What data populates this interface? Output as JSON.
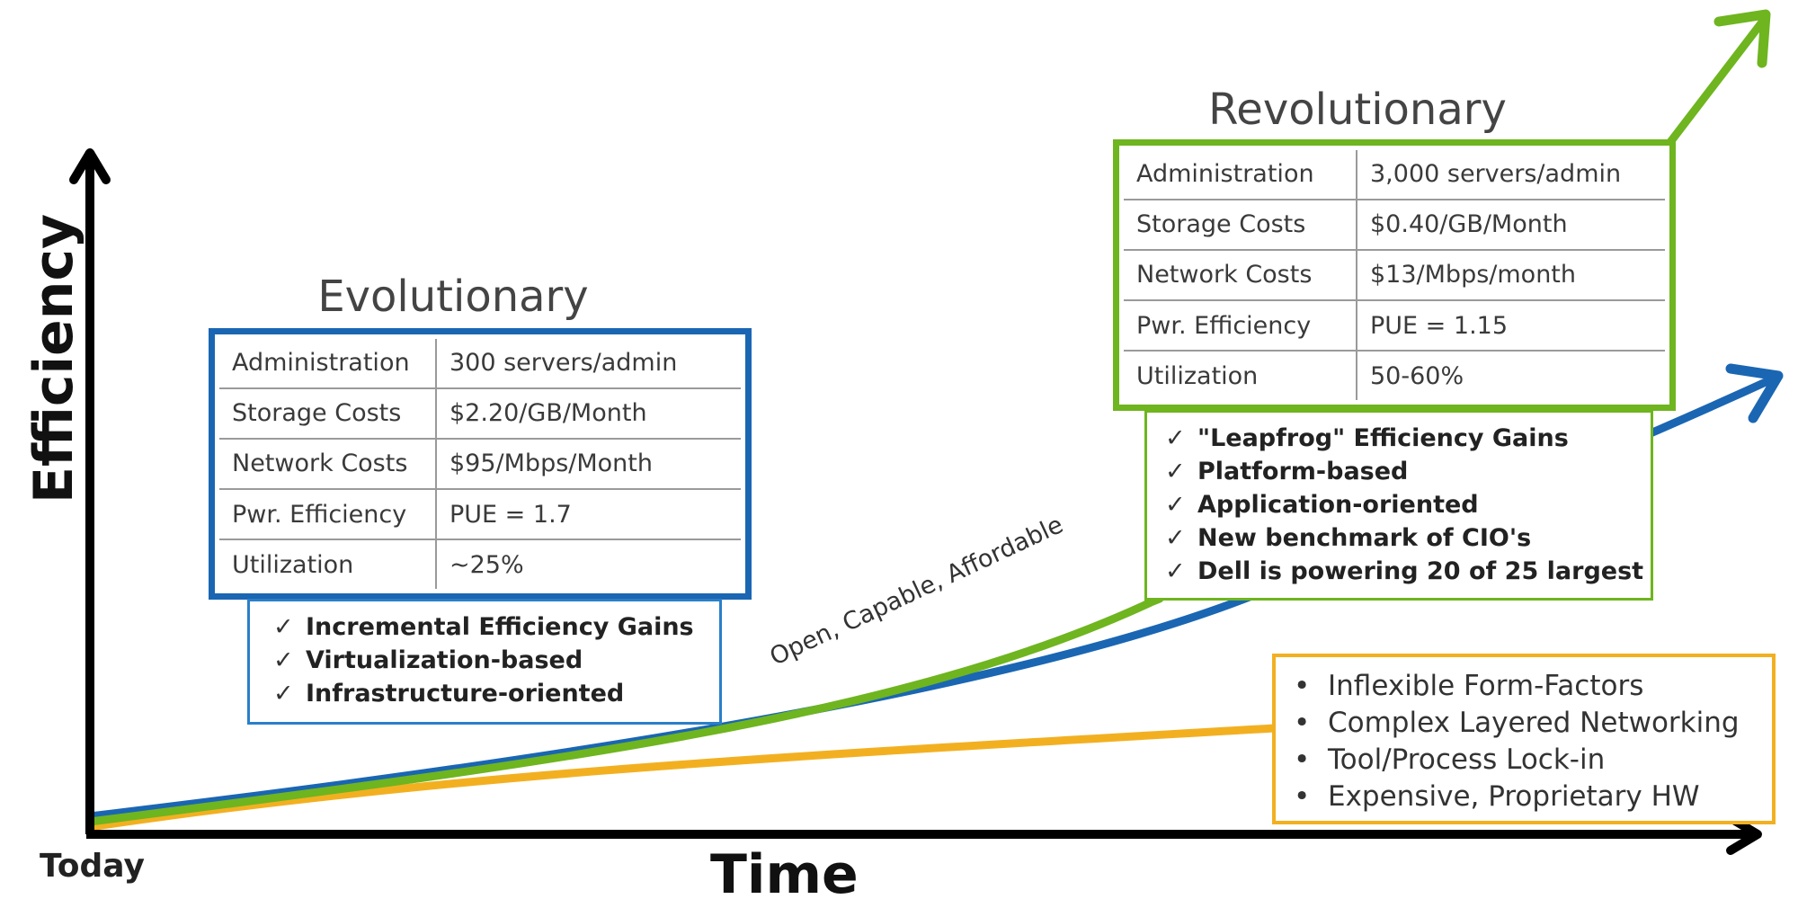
{
  "axes": {
    "y_label": "Efficiency",
    "x_label": "Time",
    "origin_label": "Today"
  },
  "curve_label": "Open, Capable, Affordable",
  "evolutionary": {
    "title": "Evolutionary",
    "rows": [
      {
        "metric": "Administration",
        "value": "300 servers/admin"
      },
      {
        "metric": "Storage Costs",
        "value": "$2.20/GB/Month"
      },
      {
        "metric": "Network Costs",
        "value": "$95/Mbps/Month"
      },
      {
        "metric": "Pwr. Efficiency",
        "value": "PUE = 1.7"
      },
      {
        "metric": "Utilization",
        "value": "~25%"
      }
    ],
    "checks": [
      "Incremental Efficiency Gains",
      "Virtualization-based",
      "Infrastructure-oriented"
    ]
  },
  "revolutionary": {
    "title": "Revolutionary",
    "rows": [
      {
        "metric": "Administration",
        "value": "3,000 servers/admin"
      },
      {
        "metric": "Storage Costs",
        "value": "$0.40/GB/Month"
      },
      {
        "metric": "Network Costs",
        "value": "$13/Mbps/month"
      },
      {
        "metric": "Pwr. Efficiency",
        "value": "PUE = 1.15"
      },
      {
        "metric": "Utilization",
        "value": "50-60%"
      }
    ],
    "checks": [
      "\"Leapfrog\" Efficiency Gains",
      "Platform-based",
      "Application-oriented",
      "New benchmark of CIO's",
      "Dell is powering 20 of 25 largest"
    ]
  },
  "legacy": {
    "items": [
      "Inflexible Form-Factors",
      "Complex Layered Networking",
      "Tool/Process Lock-in",
      "Expensive, Proprietary HW"
    ]
  },
  "glyphs": {
    "check": "✓",
    "bullet": "•"
  },
  "colors": {
    "axis": "#000000",
    "evolutionary_blue": "#1a66b3",
    "revolutionary_green": "#6eb51f",
    "legacy_yellow": "#f2b021"
  }
}
